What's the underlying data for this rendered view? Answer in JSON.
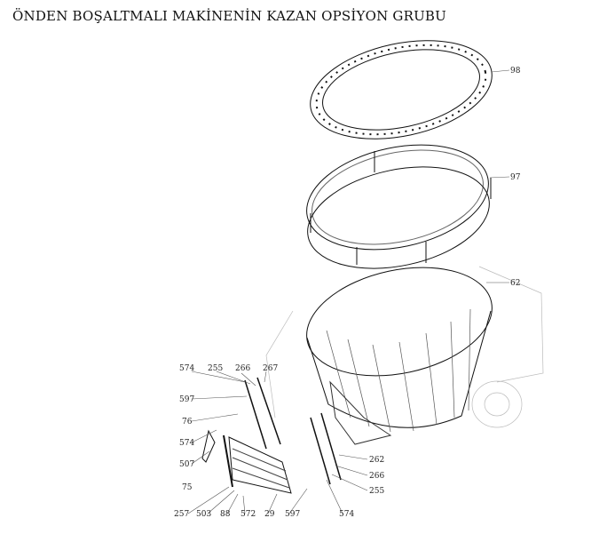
{
  "title": "ÖNDEN BOŞALTMALI MAKİNENİN KAZAN OPSİYON GRUBU",
  "parts": [
    {
      "id": "p98",
      "label": "98"
    },
    {
      "id": "p97",
      "label": "97"
    },
    {
      "id": "p62",
      "label": "62"
    },
    {
      "id": "p574a",
      "label": "574"
    },
    {
      "id": "p255a",
      "label": "255"
    },
    {
      "id": "p266a",
      "label": "266"
    },
    {
      "id": "p267",
      "label": "267"
    },
    {
      "id": "p597a",
      "label": "597"
    },
    {
      "id": "p76",
      "label": "76"
    },
    {
      "id": "p574b",
      "label": "574"
    },
    {
      "id": "p507",
      "label": "507"
    },
    {
      "id": "p75",
      "label": "75"
    },
    {
      "id": "p257",
      "label": "257"
    },
    {
      "id": "p503",
      "label": "503"
    },
    {
      "id": "p88",
      "label": "88"
    },
    {
      "id": "p572",
      "label": "572"
    },
    {
      "id": "p29",
      "label": "29"
    },
    {
      "id": "p597b",
      "label": "597"
    },
    {
      "id": "p574c",
      "label": "574"
    },
    {
      "id": "p262",
      "label": "262"
    },
    {
      "id": "p266b",
      "label": "266"
    },
    {
      "id": "p255b",
      "label": "255"
    }
  ]
}
